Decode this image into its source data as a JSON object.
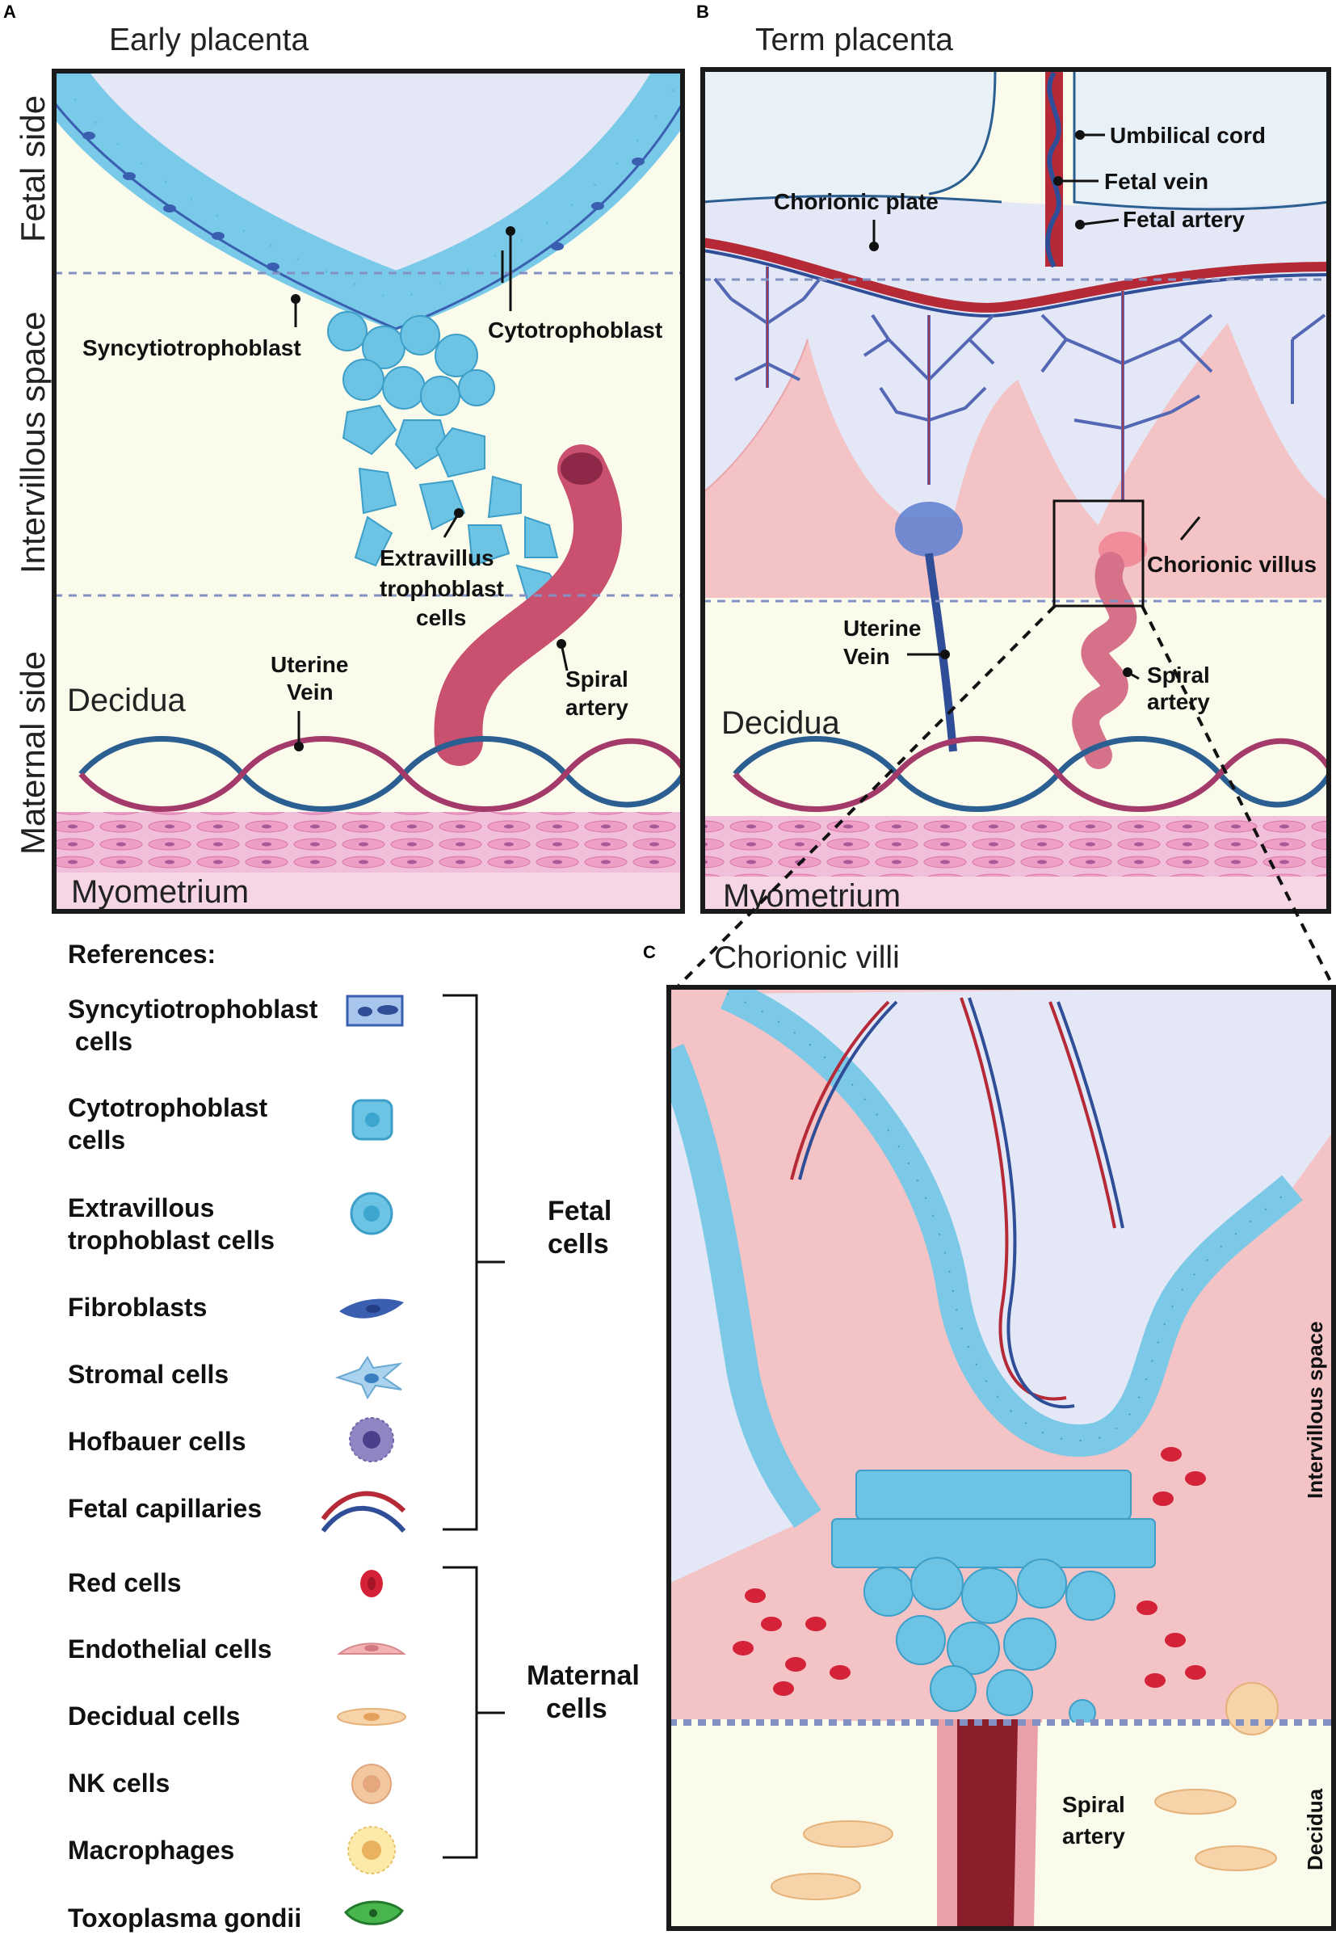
{
  "panels": {
    "a": {
      "letter": "A",
      "title": "Early placenta",
      "sides": {
        "fetal": "Fetal side",
        "intervillous": "Intervillous space",
        "maternal": "Maternal side"
      },
      "regions": {
        "decidua": "Decidua",
        "myometrium": "Myometrium"
      },
      "labels": {
        "syncytiotrophoblast": "Syncytiotrophoblast",
        "cytotrophoblast": "Cytotrophoblast",
        "evt_line1": "Extravillus",
        "evt_line2": "trophoblast",
        "evt_line3": "cells",
        "uterine_vein_line1": "Uterine",
        "uterine_vein_line2": "Vein",
        "spiral_artery_line1": "Spiral",
        "spiral_artery_line2": "artery"
      }
    },
    "b": {
      "letter": "B",
      "title": "Term placenta",
      "regions": {
        "decidua": "Decidua",
        "myometrium": "Myometrium"
      },
      "labels": {
        "umbilical_cord": "Umbilical cord",
        "fetal_vein": "Fetal vein",
        "fetal_artery": "Fetal artery",
        "chorionic_plate": "Chorionic plate",
        "chorionic_villus": "Chorionic villus",
        "uterine_vein_line1": "Uterine",
        "uterine_vein_line2": "Vein",
        "spiral_artery_line1": "Spiral",
        "spiral_artery_line2": "artery"
      }
    },
    "c": {
      "letter": "C",
      "title": "Chorionic villi",
      "labels": {
        "intervillous_space": "Intervillous space",
        "decidua": "Decidua",
        "spiral_artery_line1": "Spiral",
        "spiral_artery_line2": "artery"
      }
    }
  },
  "references": {
    "heading": "References:",
    "fetal_group_line1": "Fetal",
    "fetal_group_line2": "cells",
    "maternal_group_line1": "Maternal",
    "maternal_group_line2": "cells",
    "items": [
      {
        "line1": "Syncytiotrophoblast",
        "line2": " cells",
        "icon": "syncytiotrophoblast-icon"
      },
      {
        "line1": "Cytotrophoblast",
        "line2": "cells",
        "icon": "cytotrophoblast-icon"
      },
      {
        "line1": "Extravillous",
        "line2": "trophoblast cells",
        "icon": "extravillous-trophoblast-icon"
      },
      {
        "line1": "Fibroblasts",
        "line2": "",
        "icon": "fibroblast-icon"
      },
      {
        "line1": "Stromal cells",
        "line2": "",
        "icon": "stromal-cell-icon"
      },
      {
        "line1": "Hofbauer cells",
        "line2": "",
        "icon": "hofbauer-cell-icon"
      },
      {
        "line1": "Fetal capillaries",
        "line2": "",
        "icon": "fetal-capillaries-icon"
      },
      {
        "line1": "Red cells",
        "line2": "",
        "icon": "red-cell-icon"
      },
      {
        "line1": "Endothelial cells",
        "line2": "",
        "icon": "endothelial-cell-icon"
      },
      {
        "line1": "Decidual cells",
        "line2": "",
        "icon": "decidual-cell-icon"
      },
      {
        "line1": "NK cells",
        "line2": "",
        "icon": "nk-cell-icon"
      },
      {
        "line1": "Macrophages",
        "line2": "",
        "icon": "macrophage-icon"
      },
      {
        "line1": "Toxoplasma gondii",
        "line2": "",
        "icon": "toxoplasma-gondii-icon"
      }
    ]
  },
  "colors": {
    "outline": "#1a1a1a",
    "fetal_bg": "#e3e7f6",
    "interv_bg": "#fbfbec",
    "trophoblast": "#5bbcdf",
    "trophoblast_light": "#9fd8ee",
    "syncytio": "#3a5fb0",
    "vein": "#2f4e97",
    "artery": "#b52a36",
    "spiral": "#c9516f",
    "myometrium": "#eeb1cf",
    "decidua_pink": "#f3c3c5",
    "dashed": "#8290c2"
  }
}
